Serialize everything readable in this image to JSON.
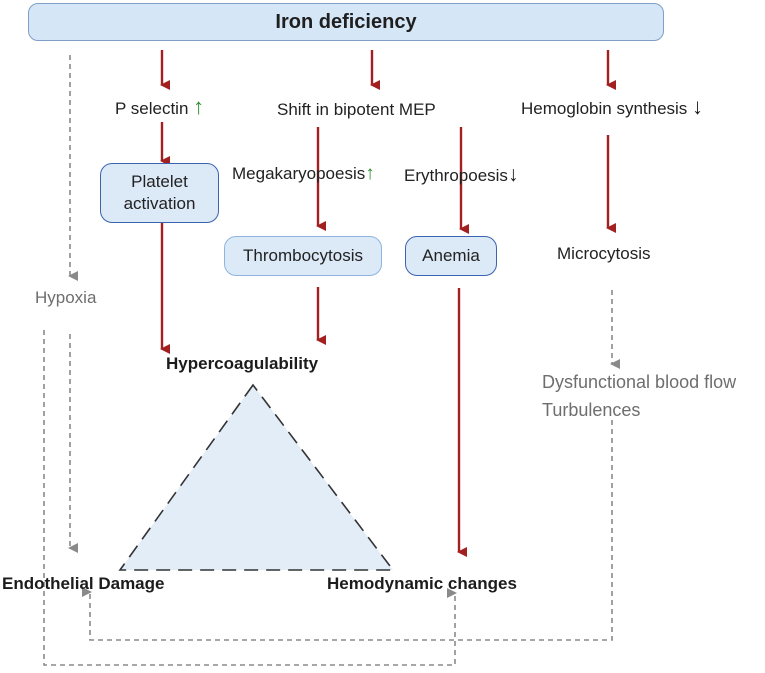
{
  "header": {
    "title": "Iron deficiency"
  },
  "nodes": {
    "p_selectin": "P selectin",
    "shift_mep": "Shift in bipotent MEP",
    "hemoglobin": "Hemoglobin synthesis",
    "platelet_line1": "Platelet",
    "platelet_line2": "activation",
    "megakaryopoesis": "Megakaryopoesis",
    "erythropoesis": "Erythropoesis",
    "thrombocytosis": "Thrombocytosis",
    "anemia": "Anemia",
    "microcytosis": "Microcytosis",
    "hypoxia": "Hypoxia",
    "hypercoag": "Hypercoagulability",
    "dysfunctional": "Dysfunctional blood flow",
    "turbulences": "Turbulences",
    "endothelial": "Endothelial Damage",
    "hemodynamic": "Hemodynamic changes"
  },
  "indicators": {
    "up_icon": "↑",
    "down_icon": "↓",
    "up_color": "#2e8b2e",
    "down_color": "#1a1a1a"
  },
  "colors": {
    "solid_arrow": "#a32020",
    "dashed_arrow": "#8a8a8a",
    "triangle_fill": "#e3edf8",
    "triangle_stroke": "#333333"
  }
}
